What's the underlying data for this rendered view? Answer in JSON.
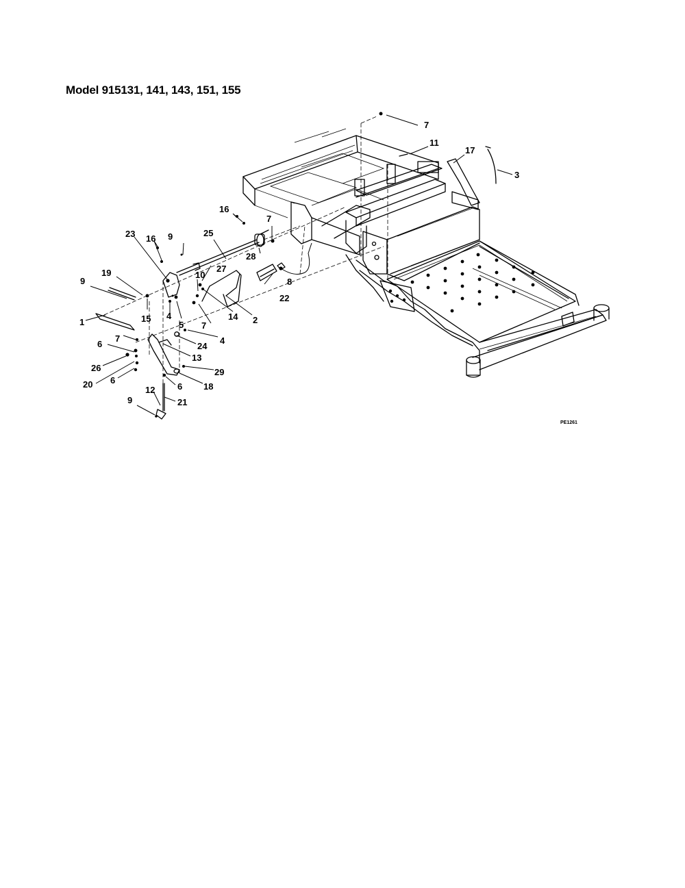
{
  "title": "Model 915131, 141, 143, 151, 155",
  "figure_code": "PE1261",
  "callouts": [
    {
      "n": "7"
    },
    {
      "n": "11"
    },
    {
      "n": "17"
    },
    {
      "n": "3"
    },
    {
      "n": "16"
    },
    {
      "n": "7"
    },
    {
      "n": "25"
    },
    {
      "n": "23"
    },
    {
      "n": "16"
    },
    {
      "n": "9"
    },
    {
      "n": "28"
    },
    {
      "n": "8"
    },
    {
      "n": "27"
    },
    {
      "n": "10"
    },
    {
      "n": "22"
    },
    {
      "n": "9"
    },
    {
      "n": "19"
    },
    {
      "n": "15"
    },
    {
      "n": "4"
    },
    {
      "n": "5"
    },
    {
      "n": "7"
    },
    {
      "n": "14"
    },
    {
      "n": "2"
    },
    {
      "n": "1"
    },
    {
      "n": "4"
    },
    {
      "n": "7"
    },
    {
      "n": "24"
    },
    {
      "n": "6"
    },
    {
      "n": "13"
    },
    {
      "n": "26"
    },
    {
      "n": "29"
    },
    {
      "n": "20"
    },
    {
      "n": "6"
    },
    {
      "n": "18"
    },
    {
      "n": "6"
    },
    {
      "n": "12"
    },
    {
      "n": "21"
    },
    {
      "n": "9"
    }
  ]
}
